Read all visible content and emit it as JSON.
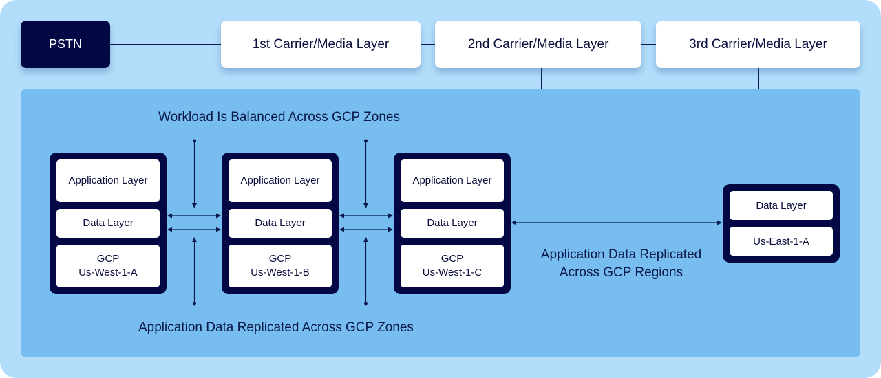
{
  "diagram": {
    "pstn": {
      "label": "PSTN"
    },
    "carriers": [
      {
        "label": "1st Carrier/Media Layer"
      },
      {
        "label": "2nd Carrier/Media Layer"
      },
      {
        "label": "3rd Carrier/Media Layer"
      }
    ],
    "zones": [
      {
        "app": "Application Layer",
        "data": "Data Layer",
        "gcp_line1": "GCP",
        "gcp_line2": "Us-West-1-A"
      },
      {
        "app": "Application Layer",
        "data": "Data Layer",
        "gcp_line1": "GCP",
        "gcp_line2": "Us-West-1-B"
      },
      {
        "app": "Application Layer",
        "data": "Data Layer",
        "gcp_line1": "GCP",
        "gcp_line2": "Us-West-1-C"
      }
    ],
    "region": {
      "data": "Data Layer",
      "zone": "Us-East-1-A"
    },
    "labels": {
      "workload": "Workload Is Balanced Across GCP Zones",
      "zone_replication": "Application Data Replicated Across GCP Zones",
      "region_replication": "Application Data Replicated Across GCP Regions"
    },
    "colors": {
      "outer_bg": "#b3defb",
      "inner_bg": "#78bdf0",
      "dark_navy": "#030845",
      "card_white": "#ffffff"
    }
  }
}
